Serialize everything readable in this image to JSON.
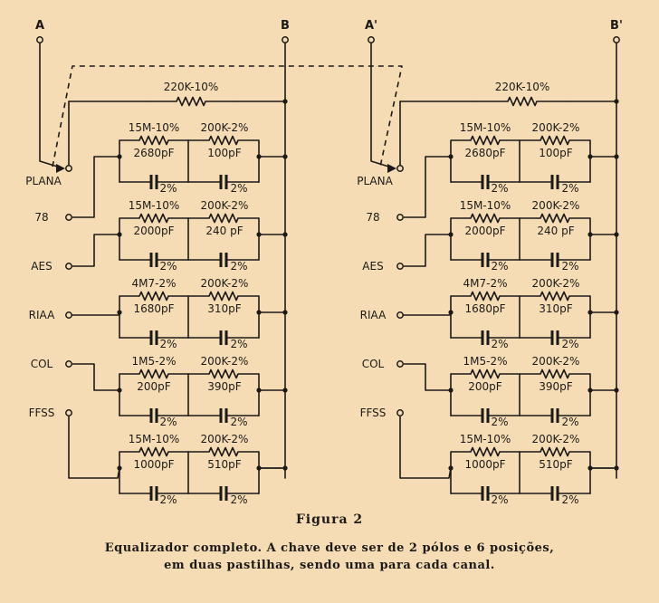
{
  "nodes": {
    "a": "A",
    "b": "B",
    "a_prime": "A'",
    "b_prime": "B'"
  },
  "positions": [
    "PLANA",
    "78",
    "AES",
    "RIAA",
    "COL",
    "FFSS"
  ],
  "top_resistor": "220K-10%",
  "networks": [
    {
      "r1": "15M-10%",
      "r2": "200K-2%",
      "c1": "2680pF",
      "c2": "100pF",
      "t1": "2%",
      "t2": "2%"
    },
    {
      "r1": "15M-10%",
      "r2": "200K-2%",
      "c1": "2000pF",
      "c2": "240 pF",
      "t1": "2%",
      "t2": "2%"
    },
    {
      "r1": "4M7-2%",
      "r2": "200K-2%",
      "c1": "1680pF",
      "c2": "310pF",
      "t1": "2%",
      "t2": "2%"
    },
    {
      "r1": "1M5-2%",
      "r2": "200K-2%",
      "c1": "200pF",
      "c2": "390pF",
      "t1": "2%",
      "t2": "2%"
    },
    {
      "r1": "15M-10%",
      "r2": "200K-2%",
      "c1": "1000pF",
      "c2": "510pF",
      "t1": "2%",
      "t2": "2%"
    }
  ],
  "figure_title": "Figura 2",
  "caption": [
    "Equalizador completo. A chave deve ser de 2 pólos e 6 posições,",
    "em duas pastilhas, sendo uma para cada canal."
  ],
  "colors": {
    "paper": "#f5dcb4",
    "ink": "#1c1a18"
  }
}
